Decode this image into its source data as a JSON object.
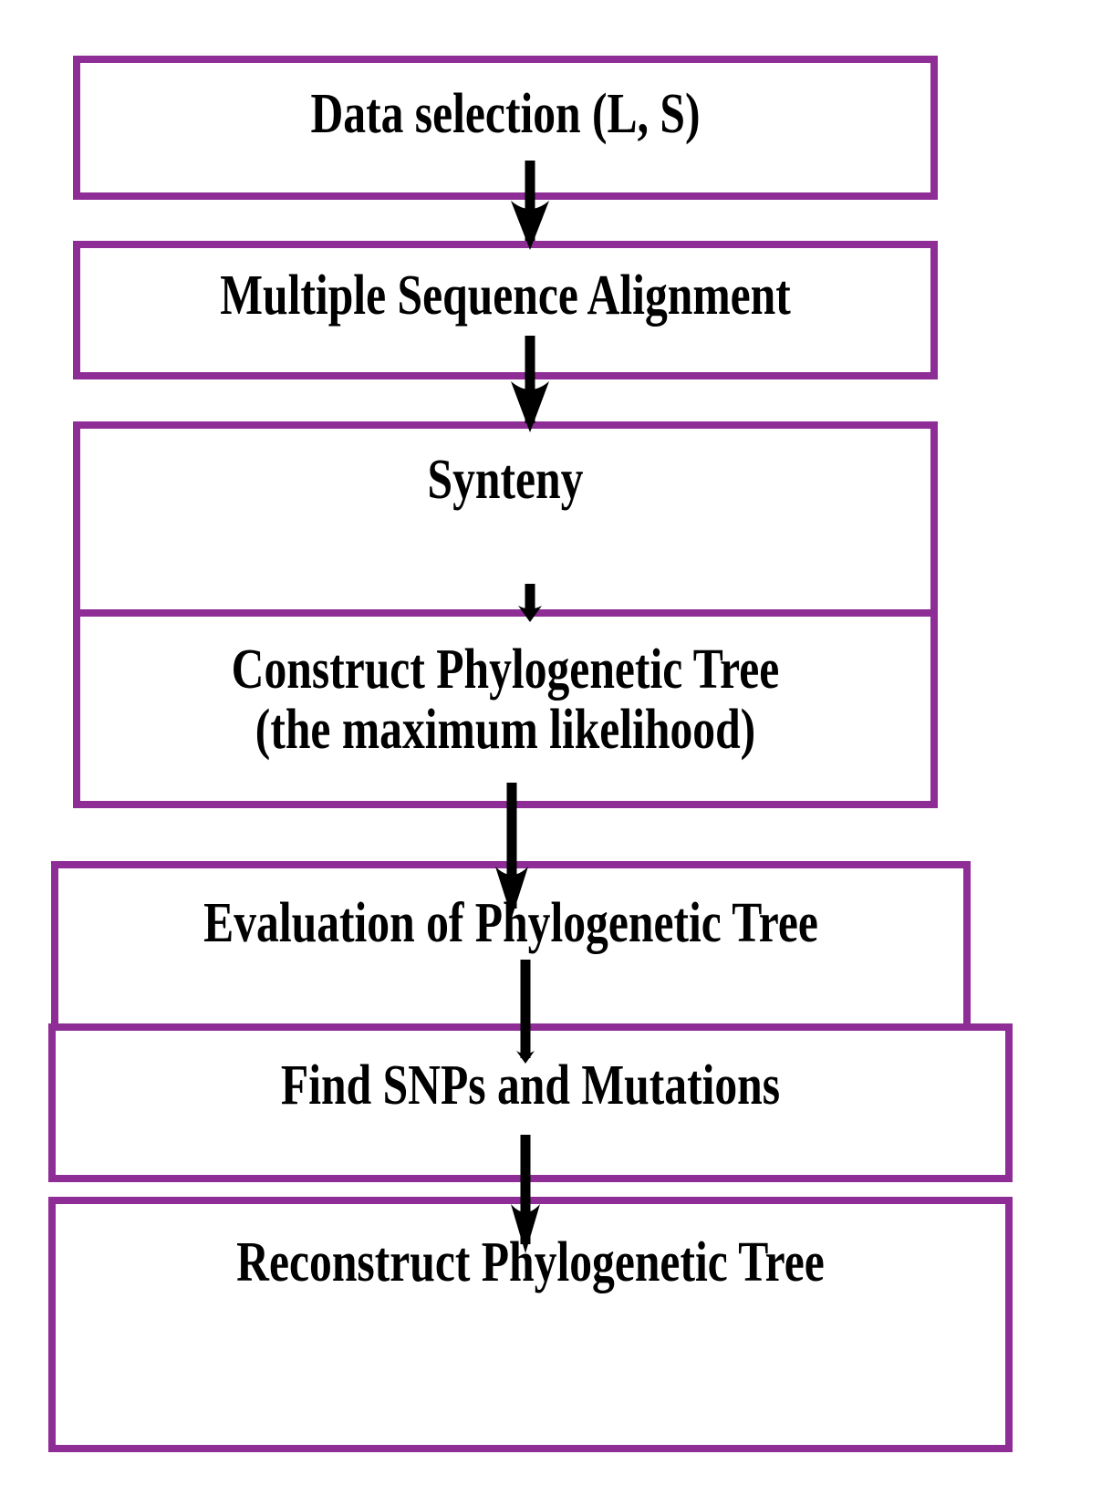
{
  "diagram": {
    "title": "Phylogenetic analysis workflow flowchart",
    "accent_color": "#8E2D96",
    "text_color": "#000000",
    "background_color": "#FFFFFF",
    "nodes": [
      {
        "id": "data-selection",
        "label": "Data selection (L, S)"
      },
      {
        "id": "multiple-sequence-alignment",
        "label": "Multiple Sequence Alignment"
      },
      {
        "id": "synteny",
        "label": "Synteny"
      },
      {
        "id": "construct-tree",
        "label": "Construct Phylogenetic Tree\n(the maximum likelihood)"
      },
      {
        "id": "evaluation-tree",
        "label": "Evaluation of Phylogenetic Tree"
      },
      {
        "id": "find-snps",
        "label": "Find SNPs and Mutations"
      },
      {
        "id": "reconstruct-tree",
        "label": "Reconstruct Phylogenetic Tree"
      }
    ],
    "connectors": [
      {
        "id": "arrow-1",
        "from": "data-selection",
        "to": "multiple-sequence-alignment"
      },
      {
        "id": "arrow-2",
        "from": "multiple-sequence-alignment",
        "to": "synteny"
      },
      {
        "id": "arrow-3",
        "from": "synteny",
        "to": "construct-tree"
      },
      {
        "id": "arrow-4",
        "from": "construct-tree",
        "to": "evaluation-tree"
      },
      {
        "id": "arrow-5",
        "from": "evaluation-tree",
        "to": "find-snps"
      },
      {
        "id": "arrow-6",
        "from": "find-snps",
        "to": "reconstruct-tree"
      }
    ]
  }
}
